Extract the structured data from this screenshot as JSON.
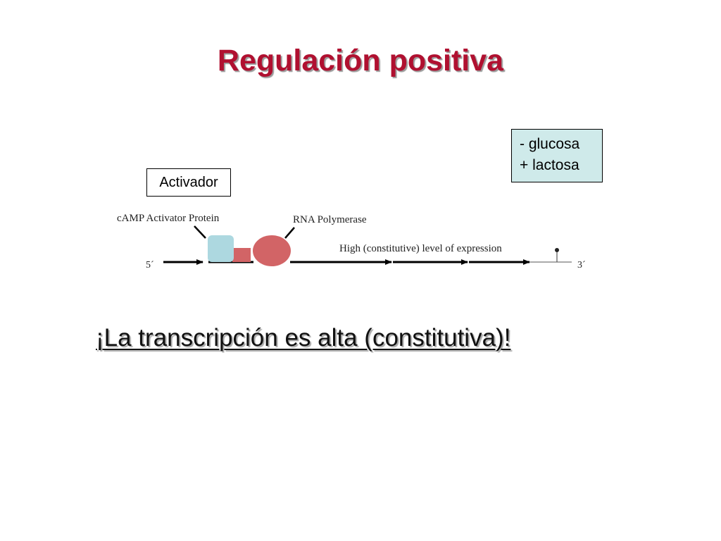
{
  "slide": {
    "title": "Regulación positiva",
    "activador_label": "Activador",
    "conditions": {
      "line1": "- glucosa",
      "line2": "+ lactosa"
    },
    "conclusion": "¡La transcripción es alta (constitutiva)!"
  },
  "diagram": {
    "camp_label": "cAMP Activator Protein",
    "rna_label": "RNA Polymerase",
    "expression_label": "High (constitutive) level of expression",
    "five_prime": "5´",
    "three_prime": "3´"
  },
  "colors": {
    "title": "#b01030",
    "activator_protein": "#add8e0",
    "rna_polymerase": "#d26466",
    "conditions_box": "#cfeaea"
  }
}
